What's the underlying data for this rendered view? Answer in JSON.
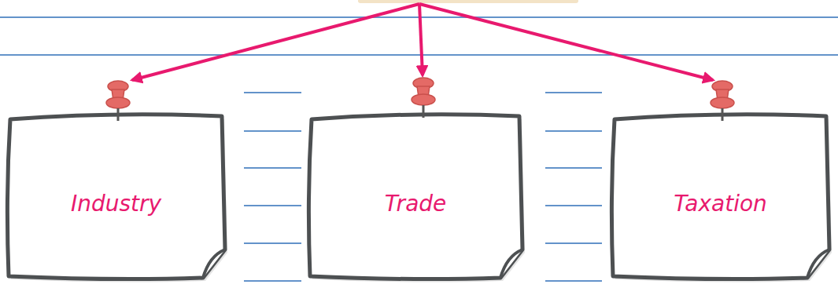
{
  "diagram": {
    "nodes": [
      {
        "text": [
          "Industry"
        ]
      },
      {
        "text": [
          "Trade"
        ]
      },
      {
        "text": [
          "Taxation"
        ]
      }
    ]
  }
}
